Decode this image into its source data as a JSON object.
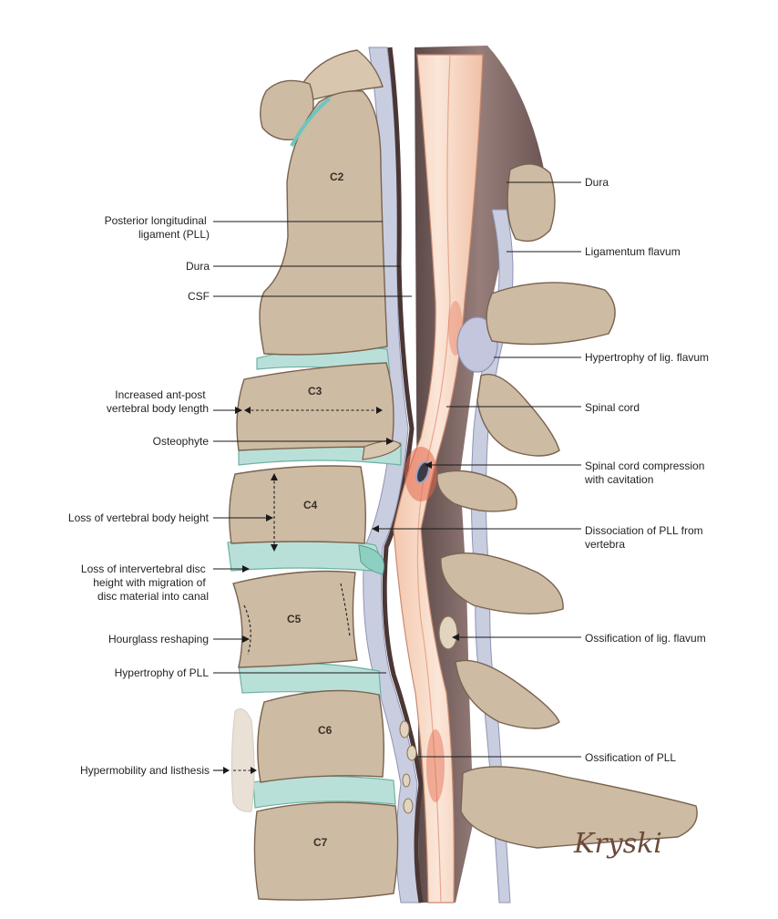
{
  "figure": {
    "vertebrae": [
      "C2",
      "C3",
      "C4",
      "C5",
      "C6",
      "C7"
    ],
    "left_labels": {
      "pll": [
        "Posterior longitudinal",
        "ligament (PLL)"
      ],
      "dura": "Dura",
      "csf": "CSF",
      "body_length": [
        "Increased ant-post",
        "vertebral body length"
      ],
      "osteophyte": "Osteophyte",
      "loss_height": "Loss of vertebral body height",
      "loss_disc": [
        "Loss of intervertebral disc",
        "height with migration of",
        "disc material into canal"
      ],
      "hourglass": "Hourglass reshaping",
      "hyper_pll": "Hypertrophy of PLL",
      "hypermobility": "Hypermobility and listhesis"
    },
    "right_labels": {
      "dura": "Dura",
      "lig_flavum": "Ligamentum flavum",
      "hyper_flavum": "Hypertrophy of lig. flavum",
      "spinal_cord": "Spinal cord",
      "compression": [
        "Spinal cord compression",
        "with cavitation"
      ],
      "dissociation": [
        "Dissociation of PLL from",
        "vertebra"
      ],
      "ossif_flavum": "Ossification of lig. flavum",
      "ossif_pll": "Ossification of PLL"
    },
    "signature": "Kryski",
    "colors": {
      "bone": "#cdbba4",
      "bone_outline": "#7a6350",
      "disc": "#b9e0d8",
      "dura": "#6e5552",
      "cord": "#f6d6c2",
      "ligament": "#c9cde0",
      "hemorrhage": "#e2664a"
    }
  }
}
